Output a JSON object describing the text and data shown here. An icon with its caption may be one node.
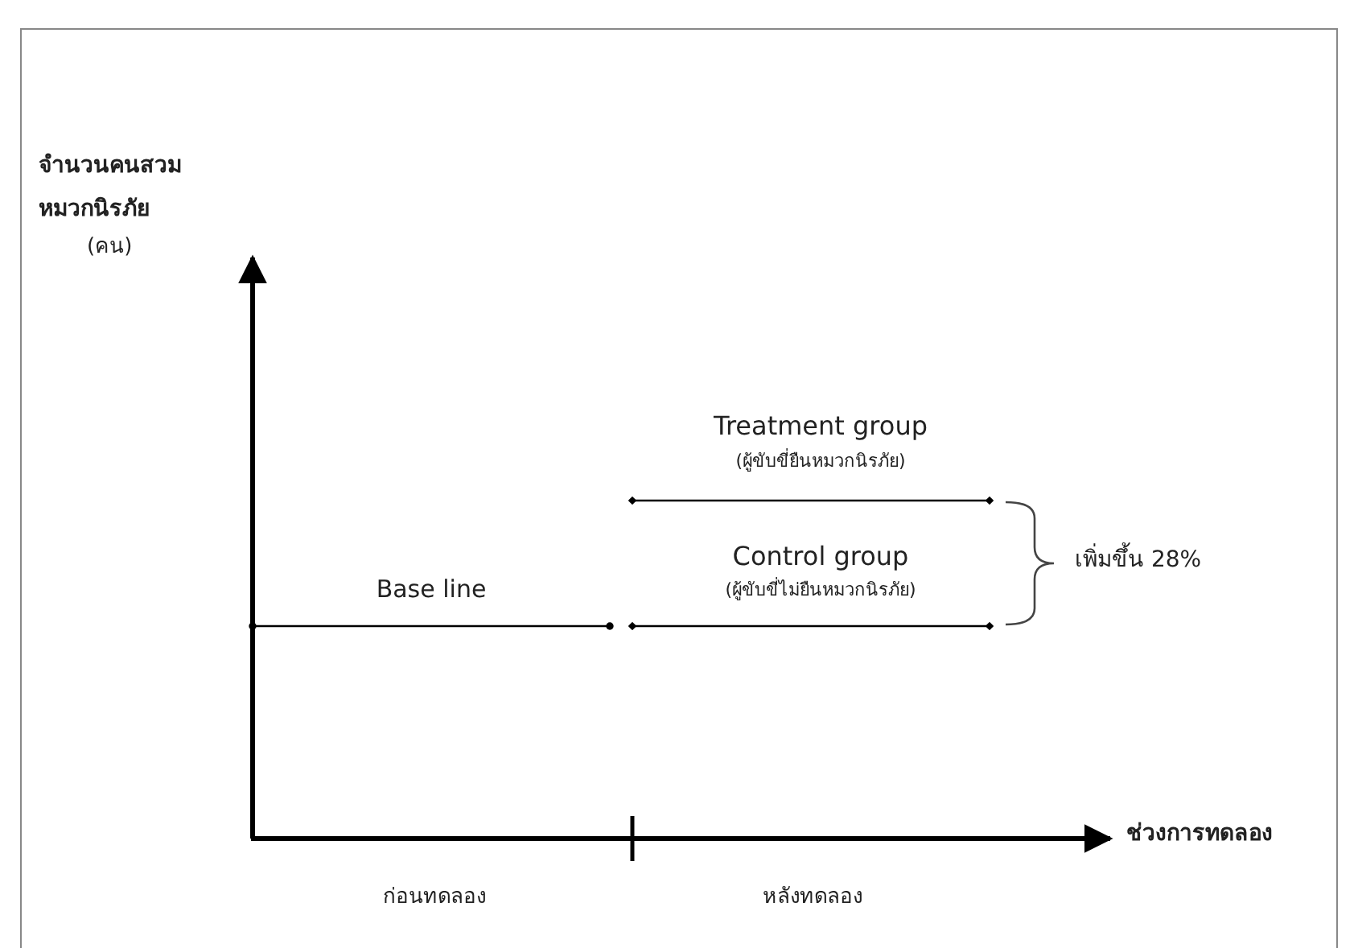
{
  "diagram": {
    "labels": [
      "จำนวนคนสวมหมวกนิรภัย",
      "(คน)",
      "Treatment group",
      "(ผู้ขับขี่ยืนหมวกนิรภัย)",
      "Control group",
      "(ผู้ขับขี่ไม่ยืนหมวกนิรภัย)",
      "Base line",
      "เพิ่มขึ้น 28%",
      "ช่วงการทดลอง",
      "ก่อนทดลอง",
      "หลังทดลอง"
    ]
  }
}
